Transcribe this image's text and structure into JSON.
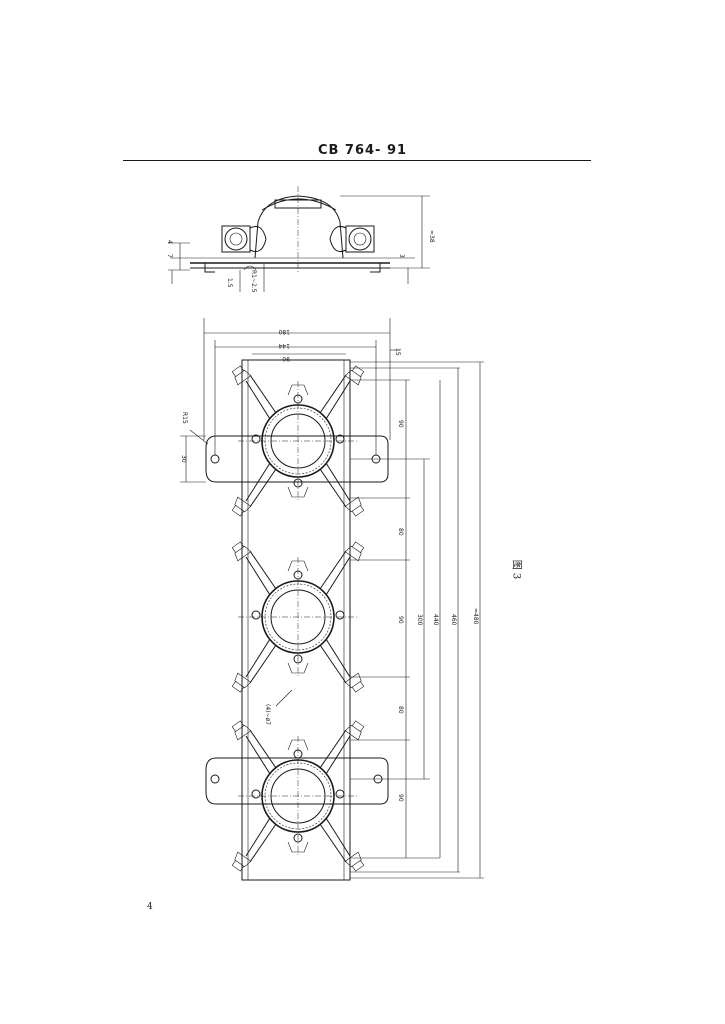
{
  "header": {
    "title": "CB 764- 91"
  },
  "page": {
    "number": "4"
  },
  "figure": {
    "caption": "图 3"
  },
  "side_view": {
    "dims": {
      "height_right": "≈38",
      "small_right": "3",
      "left_a": "4",
      "left_b": "7",
      "bottom_a": "1.5",
      "bottom_b": "R1~2.5"
    }
  },
  "top_view": {
    "dims": {
      "width_overall": "180",
      "width_holes": "144",
      "width_inner": "90",
      "top_offset": "15",
      "tab_radius": "R15",
      "tab_width": "30",
      "spacing_1": "90",
      "spacing_2": "80",
      "spacing_3": "90",
      "spacing_4": "80",
      "spacing_5": "90",
      "span_300": "300",
      "span_440": "440",
      "span_460": "460",
      "span_480": "≈480",
      "hole_label": "(4)~ø7"
    }
  }
}
